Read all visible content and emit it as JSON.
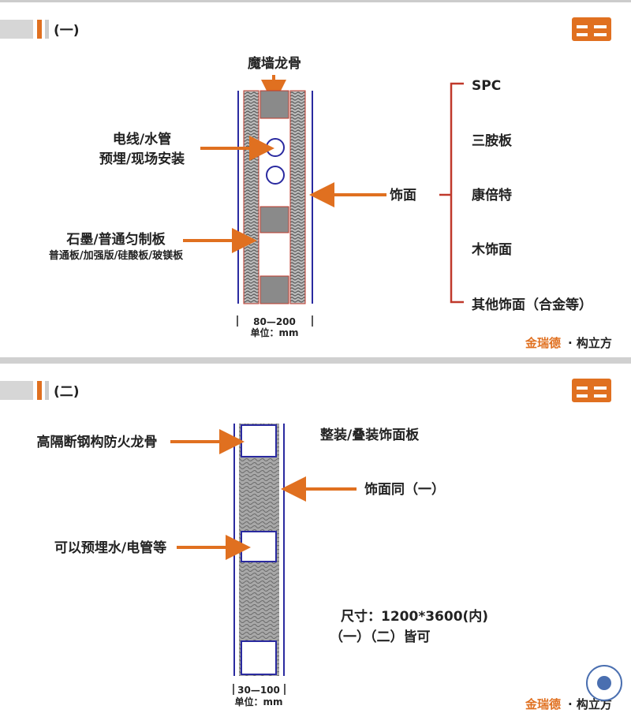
{
  "panel1": {
    "heading": "(一)",
    "stud_label": "魔墙龙骨",
    "pipe_label_1": "电线/水管",
    "pipe_label_2": "预埋/现场安装",
    "board_label": "石墨/普通匀制板",
    "board_sub": "普通板/加强版/硅酸板/玻镁板",
    "finish_label": "饰面",
    "finishes": [
      "SPC",
      "三胺板",
      "康倍特",
      "木饰面",
      "其他饰面（合金等）"
    ],
    "dimension": "80—200",
    "unit": "单位：mm",
    "brand_orange": "金瑞德",
    "brand_dark": "· 构立方"
  },
  "panel2": {
    "heading": "(二)",
    "keel_label": "高隔断钢构防火龙骨",
    "panel_label": "整装/叠装饰面板",
    "finish_label": "饰面同（一）",
    "pipe_label": "可以预埋水/电管等",
    "size_label": "尺寸：1200*3600(内)",
    "size_note": "（一）（二）皆可",
    "dimension": "30—100",
    "unit": "单位：mm",
    "brand_orange": "金瑞德",
    "brand_dark": "· 构立方"
  },
  "colors": {
    "accent": "#e07020",
    "line": "#2a2aa0",
    "stud": "#8a8a8a"
  }
}
